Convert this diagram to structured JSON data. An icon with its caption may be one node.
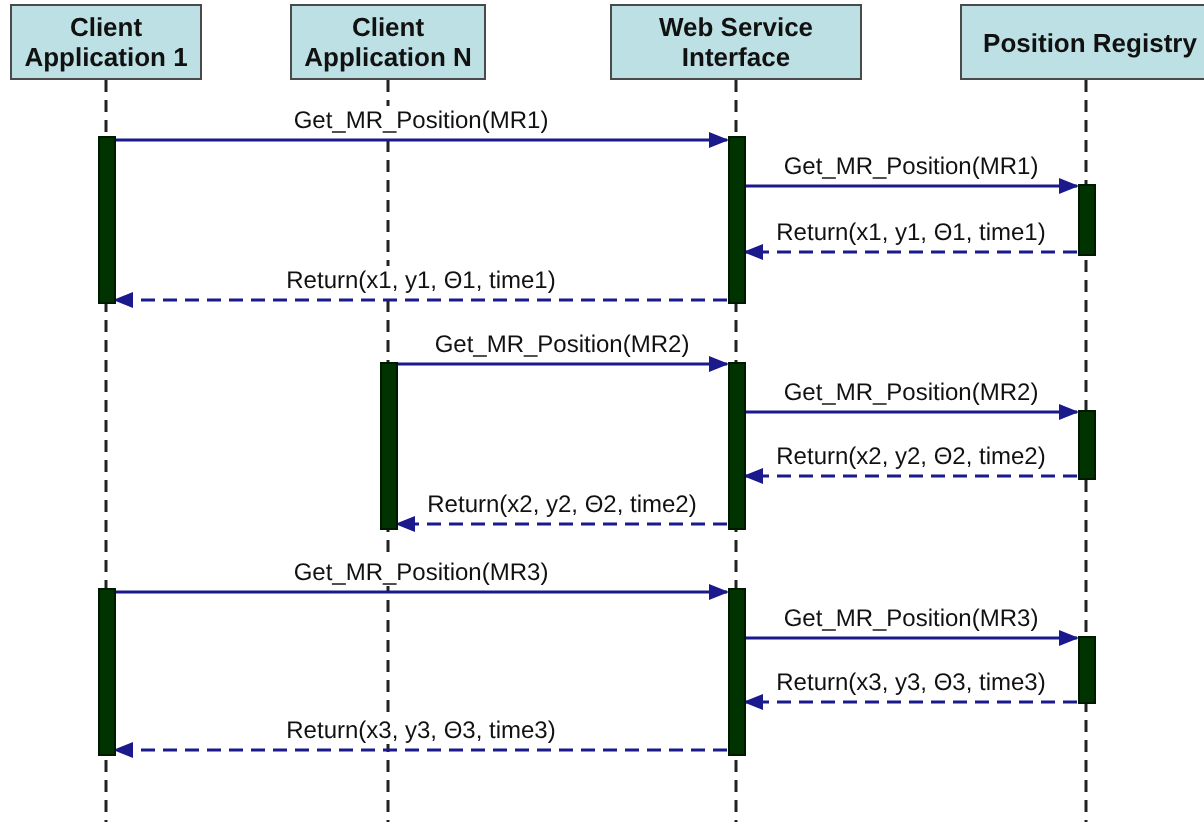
{
  "diagram": {
    "nodes": [
      {
        "text": [
          "Client Application 1"
        ]
      },
      {
        "text": [
          "Client Application N"
        ]
      },
      {
        "text": [
          "Web Service Interface"
        ]
      },
      {
        "text": [
          "Position Registry"
        ]
      },
      {
        "text": [],
        "shape": "bar"
      },
      {
        "text": [],
        "shape": "bar"
      },
      {
        "text": [],
        "shape": "bar"
      },
      {
        "text": [],
        "shape": "bar"
      },
      {
        "text": [],
        "shape": "bar"
      },
      {
        "text": [],
        "shape": "bar"
      },
      {
        "text": [],
        "shape": "bar"
      },
      {
        "text": [],
        "shape": "bar"
      },
      {
        "text": [],
        "shape": "bar"
      }
    ],
    "edges": [
      {
        "from": 4,
        "to": 5,
        "arrow": "to",
        "label": "Get_MR_Position(MR1)"
      },
      {
        "from": 5,
        "to": 6,
        "arrow": "to",
        "label": "Get_MR_Position(MR1)"
      },
      {
        "from": 6,
        "to": 5,
        "arrow": "to",
        "label": "Return(x1, y1, Θ1, time1)",
        "style": "dashed"
      },
      {
        "from": 5,
        "to": 4,
        "arrow": "to",
        "label": "Return(x1, y1, Θ1, time1)",
        "style": "dashed"
      },
      {
        "from": 7,
        "to": 8,
        "arrow": "to",
        "label": "Get_MR_Position(MR2)"
      },
      {
        "from": 8,
        "to": 9,
        "arrow": "to",
        "label": "Get_MR_Position(MR2)"
      },
      {
        "from": 9,
        "to": 8,
        "arrow": "to",
        "label": "Return(x2, y2, Θ2, time2)",
        "style": "dashed"
      },
      {
        "from": 8,
        "to": 7,
        "arrow": "to",
        "label": "Return(x2, y2, Θ2, time2)",
        "style": "dashed"
      },
      {
        "from": 10,
        "to": 11,
        "arrow": "to",
        "label": "Get_MR_Position(MR3)"
      },
      {
        "from": 11,
        "to": 12,
        "arrow": "to",
        "label": "Get_MR_Position(MR3)"
      },
      {
        "from": 12,
        "to": 11,
        "arrow": "to",
        "label": "Return(x3, y3, Θ3, time3)",
        "style": "dashed"
      },
      {
        "from": 11,
        "to": 10,
        "arrow": "to",
        "label": "Return(x3, y3, Θ3, time3)",
        "style": "dashed"
      }
    ]
  }
}
